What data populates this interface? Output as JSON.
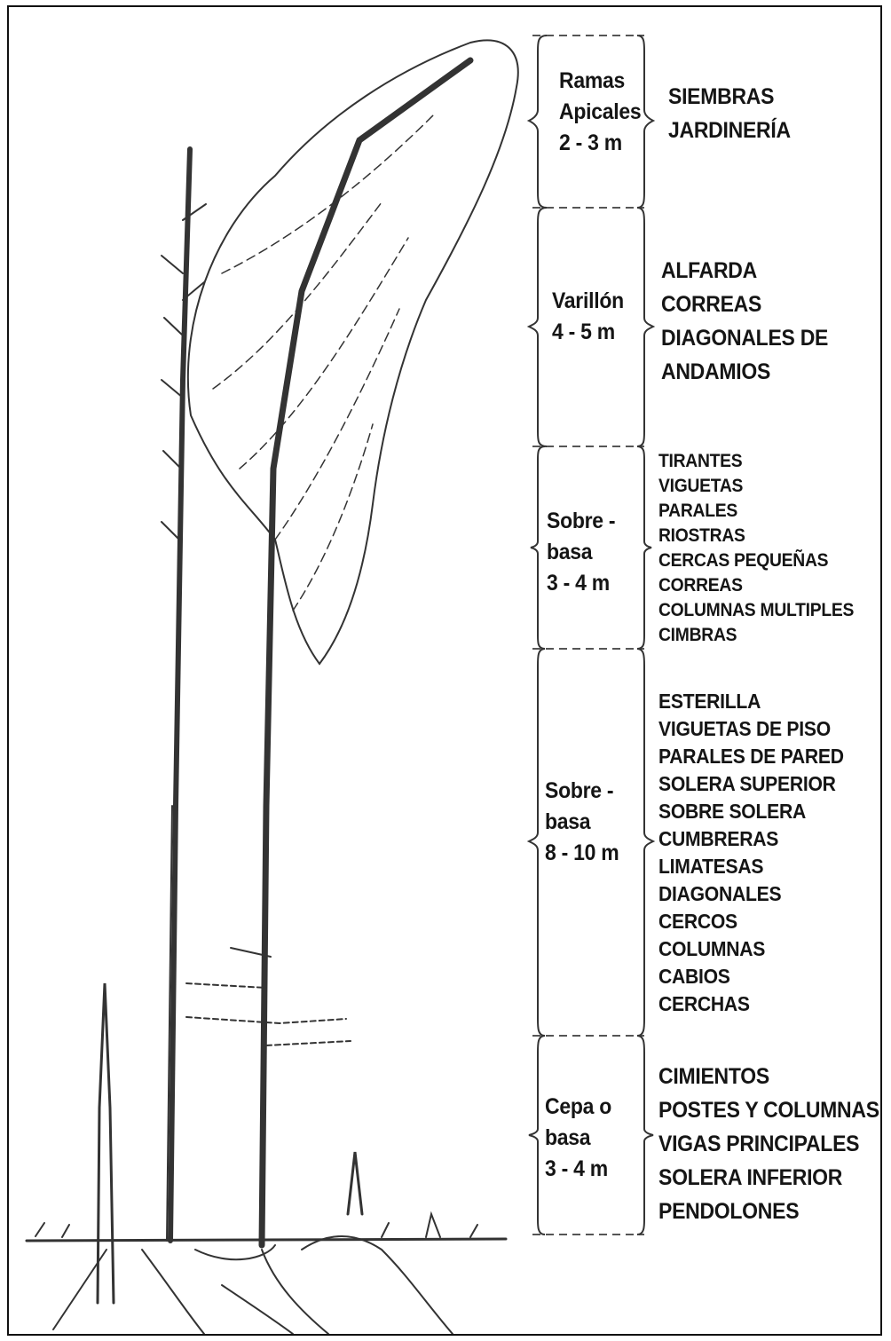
{
  "segments": [
    {
      "id": "ramas-apicales",
      "label": [
        "Ramas",
        "Apicales",
        "2 - 3 m"
      ],
      "uses": [
        "SIEMBRAS",
        "JARDINERÍA"
      ]
    },
    {
      "id": "varillon",
      "label": [
        "Varillón",
        "4 - 5 m"
      ],
      "uses": [
        "ALFARDA",
        "CORREAS",
        "DIAGONALES DE",
        "ANDAMIOS"
      ]
    },
    {
      "id": "sobre-basa-upper",
      "label": [
        "Sobre -",
        "basa",
        "3 - 4 m"
      ],
      "uses": [
        "TIRANTES",
        "VIGUETAS",
        "PARALES",
        "RIOSTRAS",
        "CERCAS PEQUEÑAS",
        "CORREAS",
        "COLUMNAS MULTIPLES",
        "CIMBRAS"
      ]
    },
    {
      "id": "sobre-basa-lower",
      "label": [
        "Sobre -",
        "basa",
        "8 - 10 m"
      ],
      "uses": [
        "ESTERILLA",
        "VIGUETAS DE PISO",
        "PARALES DE PARED",
        "SOLERA SUPERIOR",
        "SOBRE SOLERA",
        "CUMBRERAS",
        "LIMATESAS",
        "DIAGONALES",
        "CERCOS",
        "COLUMNAS",
        "CABIOS",
        "CERCHAS"
      ]
    },
    {
      "id": "cepa-basa",
      "label": [
        "Cepa o",
        "basa",
        "3 - 4 m"
      ],
      "uses": [
        "CIMIENTOS",
        "POSTES Y COLUMNAS",
        "VIGAS PRINCIPALES",
        "SOLERA INFERIOR",
        "PENDOLONES"
      ]
    }
  ],
  "colors": {
    "ink": "#151515",
    "stroke": "#333333",
    "dash": "#555555"
  }
}
